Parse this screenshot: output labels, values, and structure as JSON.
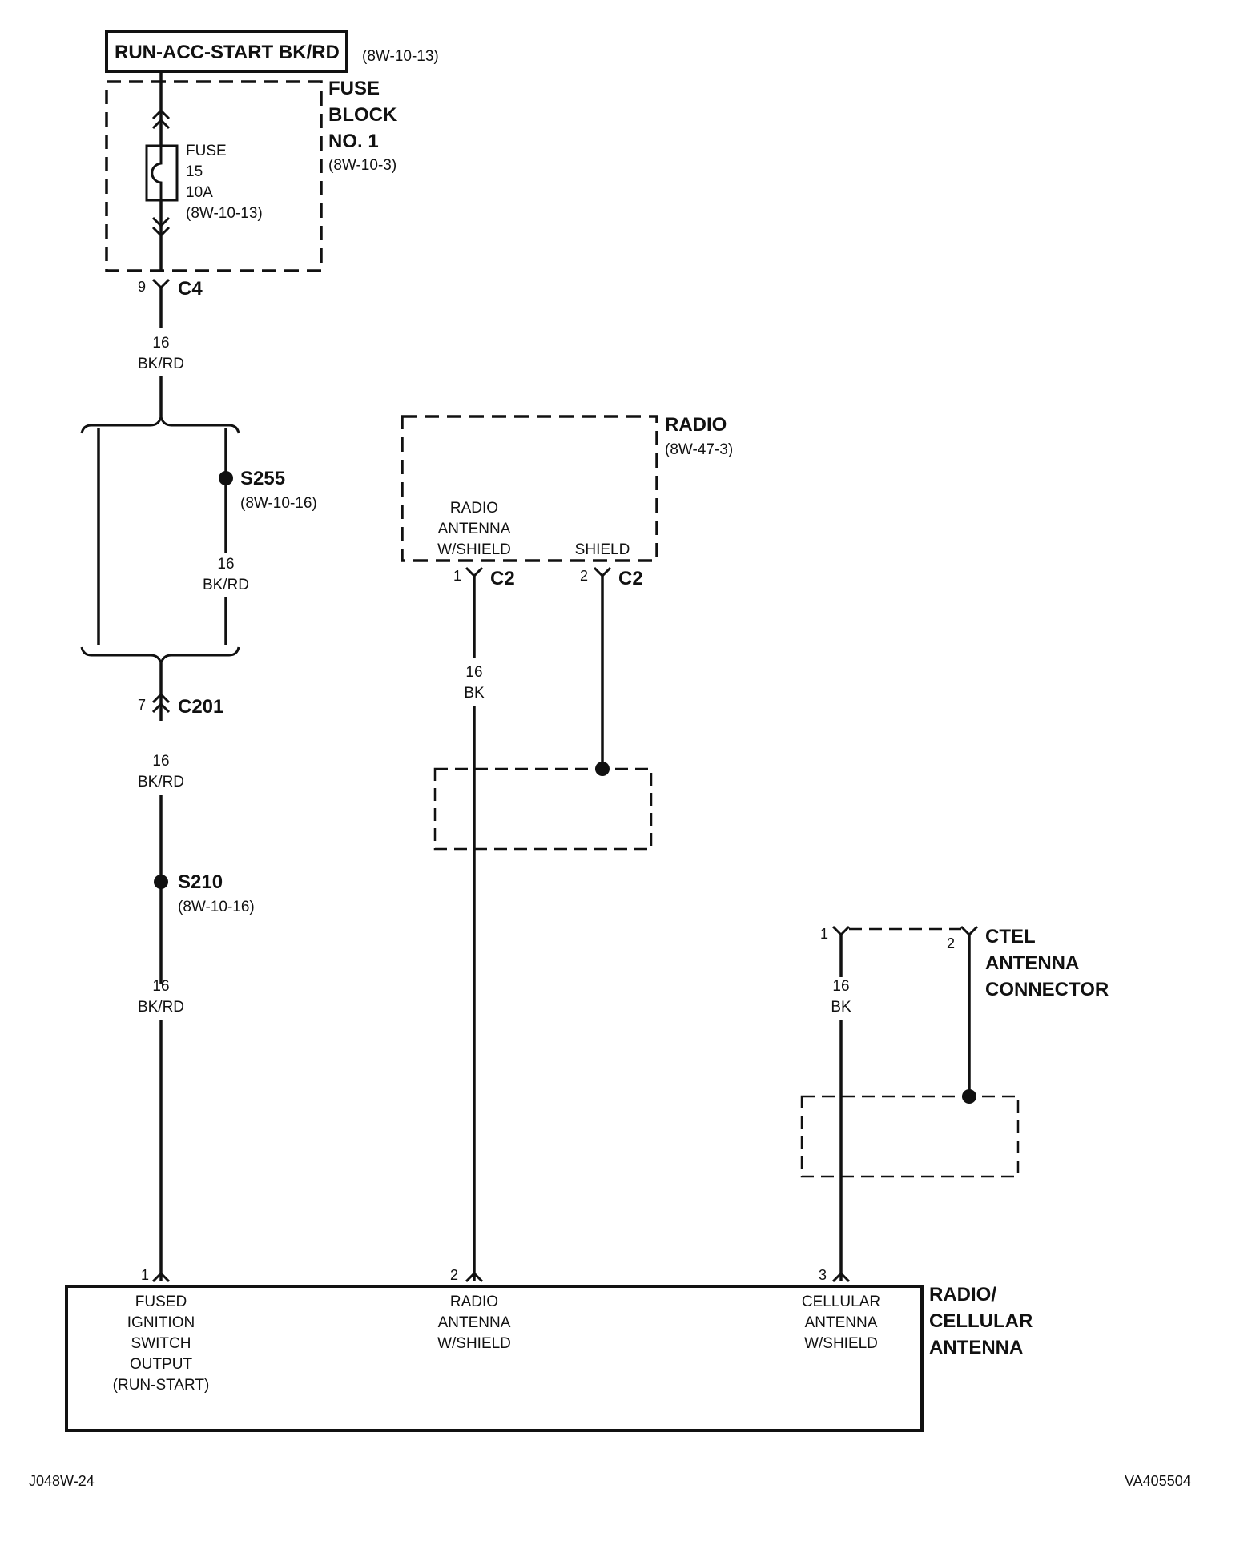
{
  "power_source": {
    "label": "RUN-ACC-START BK/RD",
    "ref": "(8W-10-13)"
  },
  "fuse_block": {
    "title_lines": [
      "FUSE",
      "BLOCK",
      "NO. 1"
    ],
    "ref": "(8W-10-3)",
    "fuse_lines": [
      "FUSE",
      "15",
      "10A",
      "(8W-10-13)"
    ]
  },
  "c4": {
    "pin": "9",
    "label": "C4"
  },
  "wire_a": {
    "gauge": "16",
    "color": "BK/RD"
  },
  "s255": {
    "label": "S255",
    "ref": "(8W-10-16)"
  },
  "wire_b": {
    "gauge": "16",
    "color": "BK/RD"
  },
  "c201": {
    "pin": "7",
    "label": "C201"
  },
  "wire_c": {
    "gauge": "16",
    "color": "BK/RD"
  },
  "s210": {
    "label": "S210",
    "ref": "(8W-10-16)"
  },
  "wire_d": {
    "gauge": "16",
    "color": "BK/RD"
  },
  "radio": {
    "title": "RADIO",
    "ref": "(8W-47-3)",
    "pin1_lines": [
      "RADIO",
      "ANTENNA",
      "W/SHIELD"
    ],
    "pin2_label": "SHIELD",
    "c2_pin1": "1",
    "c2_pin2": "2",
    "c2_label": "C2"
  },
  "wire_radio": {
    "gauge": "16",
    "color": "BK"
  },
  "ctel": {
    "title_lines": [
      "CTEL",
      "ANTENNA",
      "CONNECTOR"
    ],
    "pin1": "1",
    "pin2": "2"
  },
  "wire_cell": {
    "gauge": "16",
    "color": "BK"
  },
  "antenna_module": {
    "title_lines": [
      "RADIO/",
      "CELLULAR",
      "ANTENNA"
    ],
    "pins": [
      {
        "num": "1",
        "lines": [
          "FUSED",
          "IGNITION",
          "SWITCH",
          "OUTPUT",
          "(RUN-START)"
        ]
      },
      {
        "num": "2",
        "lines": [
          "RADIO",
          "ANTENNA",
          "W/SHIELD"
        ]
      },
      {
        "num": "3",
        "lines": [
          "CELLULAR",
          "ANTENNA",
          "W/SHIELD"
        ]
      }
    ]
  },
  "footer": {
    "left": "J048W-24",
    "right": "VA405504"
  }
}
